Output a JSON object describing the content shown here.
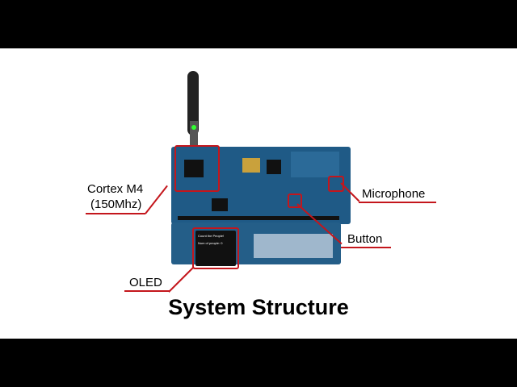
{
  "title": "System Structure",
  "labels": {
    "cpu_line1": "Cortex M4",
    "cpu_line2": "(150Mhz)",
    "microphone": "Microphone",
    "button": "Button",
    "oled": "OLED"
  },
  "oled_screen": {
    "line1": "Count the People!",
    "line2": "Num of people: 0"
  },
  "colors": {
    "callout": "#c4161c",
    "board": "#1f5a86"
  }
}
